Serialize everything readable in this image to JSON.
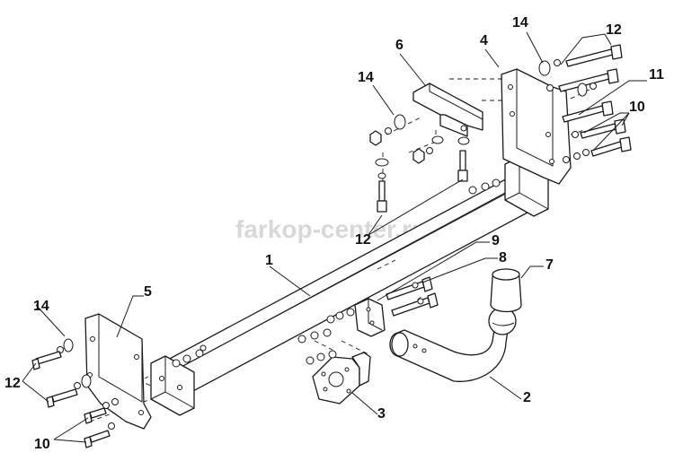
{
  "watermark": "farkop-center.ru",
  "labels": {
    "l1": "1",
    "l2": "2",
    "l3": "3",
    "l4": "4",
    "l5": "5",
    "l6": "6",
    "l7": "7",
    "l8": "8",
    "l9": "9",
    "l10_right": "10",
    "l10_left": "10",
    "l11": "11",
    "l12_top_right": "12",
    "l12_center": "12",
    "l12_left": "12",
    "l14_top_right": "14",
    "l14_top_center": "14",
    "l14_left": "14"
  }
}
